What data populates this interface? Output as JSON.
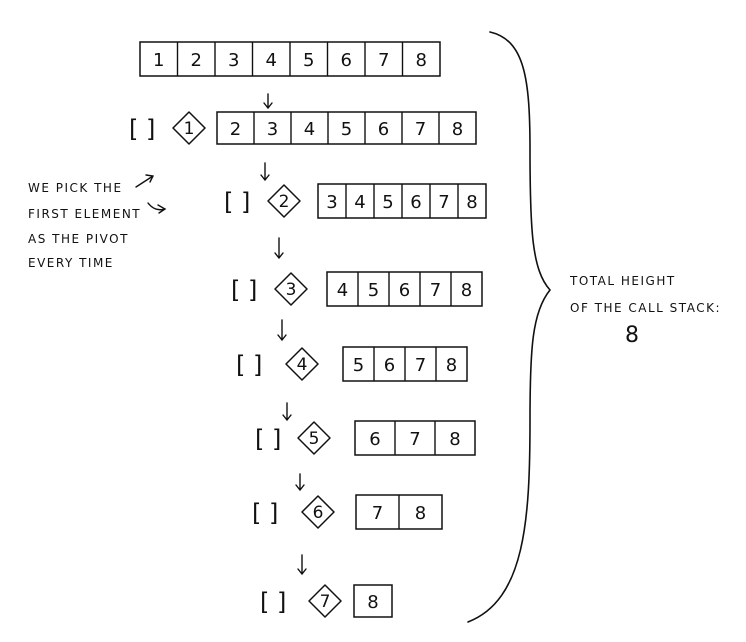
{
  "rows": [
    {
      "empty_left": "",
      "pivot": "",
      "elements": [
        "1",
        "2",
        "3",
        "4",
        "5",
        "6",
        "7",
        "8"
      ]
    },
    {
      "empty_left": "[ ]",
      "pivot": "1",
      "elements": [
        "2",
        "3",
        "4",
        "5",
        "6",
        "7",
        "8"
      ]
    },
    {
      "empty_left": "[ ]",
      "pivot": "2",
      "elements": [
        "3",
        "4",
        "5",
        "6",
        "7",
        "8"
      ]
    },
    {
      "empty_left": "[ ]",
      "pivot": "3",
      "elements": [
        "4",
        "5",
        "6",
        "7",
        "8"
      ]
    },
    {
      "empty_left": "[ ]",
      "pivot": "4",
      "elements": [
        "5",
        "6",
        "7",
        "8"
      ]
    },
    {
      "empty_left": "[ ]",
      "pivot": "5",
      "elements": [
        "6",
        "7",
        "8"
      ]
    },
    {
      "empty_left": "[ ]",
      "pivot": "6",
      "elements": [
        "7",
        "8"
      ]
    },
    {
      "empty_left": "[ ]",
      "pivot": "7",
      "elements": [
        "8"
      ]
    }
  ],
  "pivot_note": {
    "line1": "WE PICK THE",
    "line2": "FIRST ELEMENT",
    "line3": "AS THE PIVOT",
    "line4": "EVERY TIME"
  },
  "stack_note": {
    "line1": "TOTAL HEIGHT",
    "line2": "OF THE CALL STACK:",
    "value": "8"
  }
}
